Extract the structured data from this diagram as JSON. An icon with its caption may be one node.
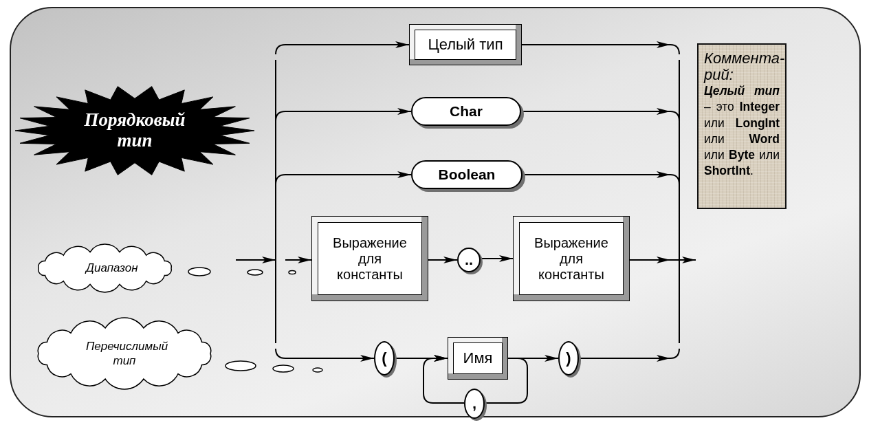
{
  "diagram": {
    "nodes": [
      {
        "text": [
          "Порядковый тип"
        ]
      },
      {
        "text": [
          "Диапазон"
        ]
      },
      {
        "text": [
          "Перечислимый тип"
        ]
      },
      {
        "text": [
          "Целый тип"
        ]
      },
      {
        "text": [
          "Char"
        ]
      },
      {
        "text": [
          "Boolean"
        ]
      },
      {
        "text": [
          "Выражение для константы"
        ]
      },
      {
        "text": [
          ".."
        ]
      },
      {
        "text": [
          "Выражение для константы"
        ]
      },
      {
        "text": [
          "("
        ]
      },
      {
        "text": [
          "Имя"
        ]
      },
      {
        "text": [
          ")"
        ]
      },
      {
        "text": [
          ","
        ]
      },
      {
        "text": [
          "Коммента- рий:",
          "**Целый тип** – это **Integer** или **LongInt** или **Word** или **Byte** или **ShortInt**."
        ]
      }
    ],
    "edges": [
      {
        "from": null,
        "to": 3,
        "arrow": "to"
      },
      {
        "from": null,
        "to": 4,
        "arrow": "to"
      },
      {
        "from": null,
        "to": 5,
        "arrow": "to"
      },
      {
        "from": null,
        "to": 6,
        "arrow": "to"
      },
      {
        "from": 6,
        "to": 7,
        "arrow": "to"
      },
      {
        "from": 7,
        "to": 8,
        "arrow": "to"
      },
      {
        "from": null,
        "to": 9,
        "arrow": "to"
      },
      {
        "from": 9,
        "to": 10,
        "arrow": "to"
      },
      {
        "from": 10,
        "to": 11,
        "arrow": "to"
      },
      {
        "from": 10,
        "to": 12,
        "arrow": "none"
      },
      {
        "from": 12,
        "to": 10,
        "arrow": "to"
      },
      {
        "from": 3,
        "to": null,
        "arrow": "to"
      },
      {
        "from": 4,
        "to": null,
        "arrow": "to"
      },
      {
        "from": 5,
        "to": null,
        "arrow": "to"
      },
      {
        "from": 8,
        "to": null,
        "arrow": "to"
      },
      {
        "from": 11,
        "to": null,
        "arrow": "to"
      },
      {
        "from": 1,
        "to": null,
        "arrow": "none"
      },
      {
        "from": 2,
        "to": null,
        "arrow": "none"
      }
    ]
  }
}
